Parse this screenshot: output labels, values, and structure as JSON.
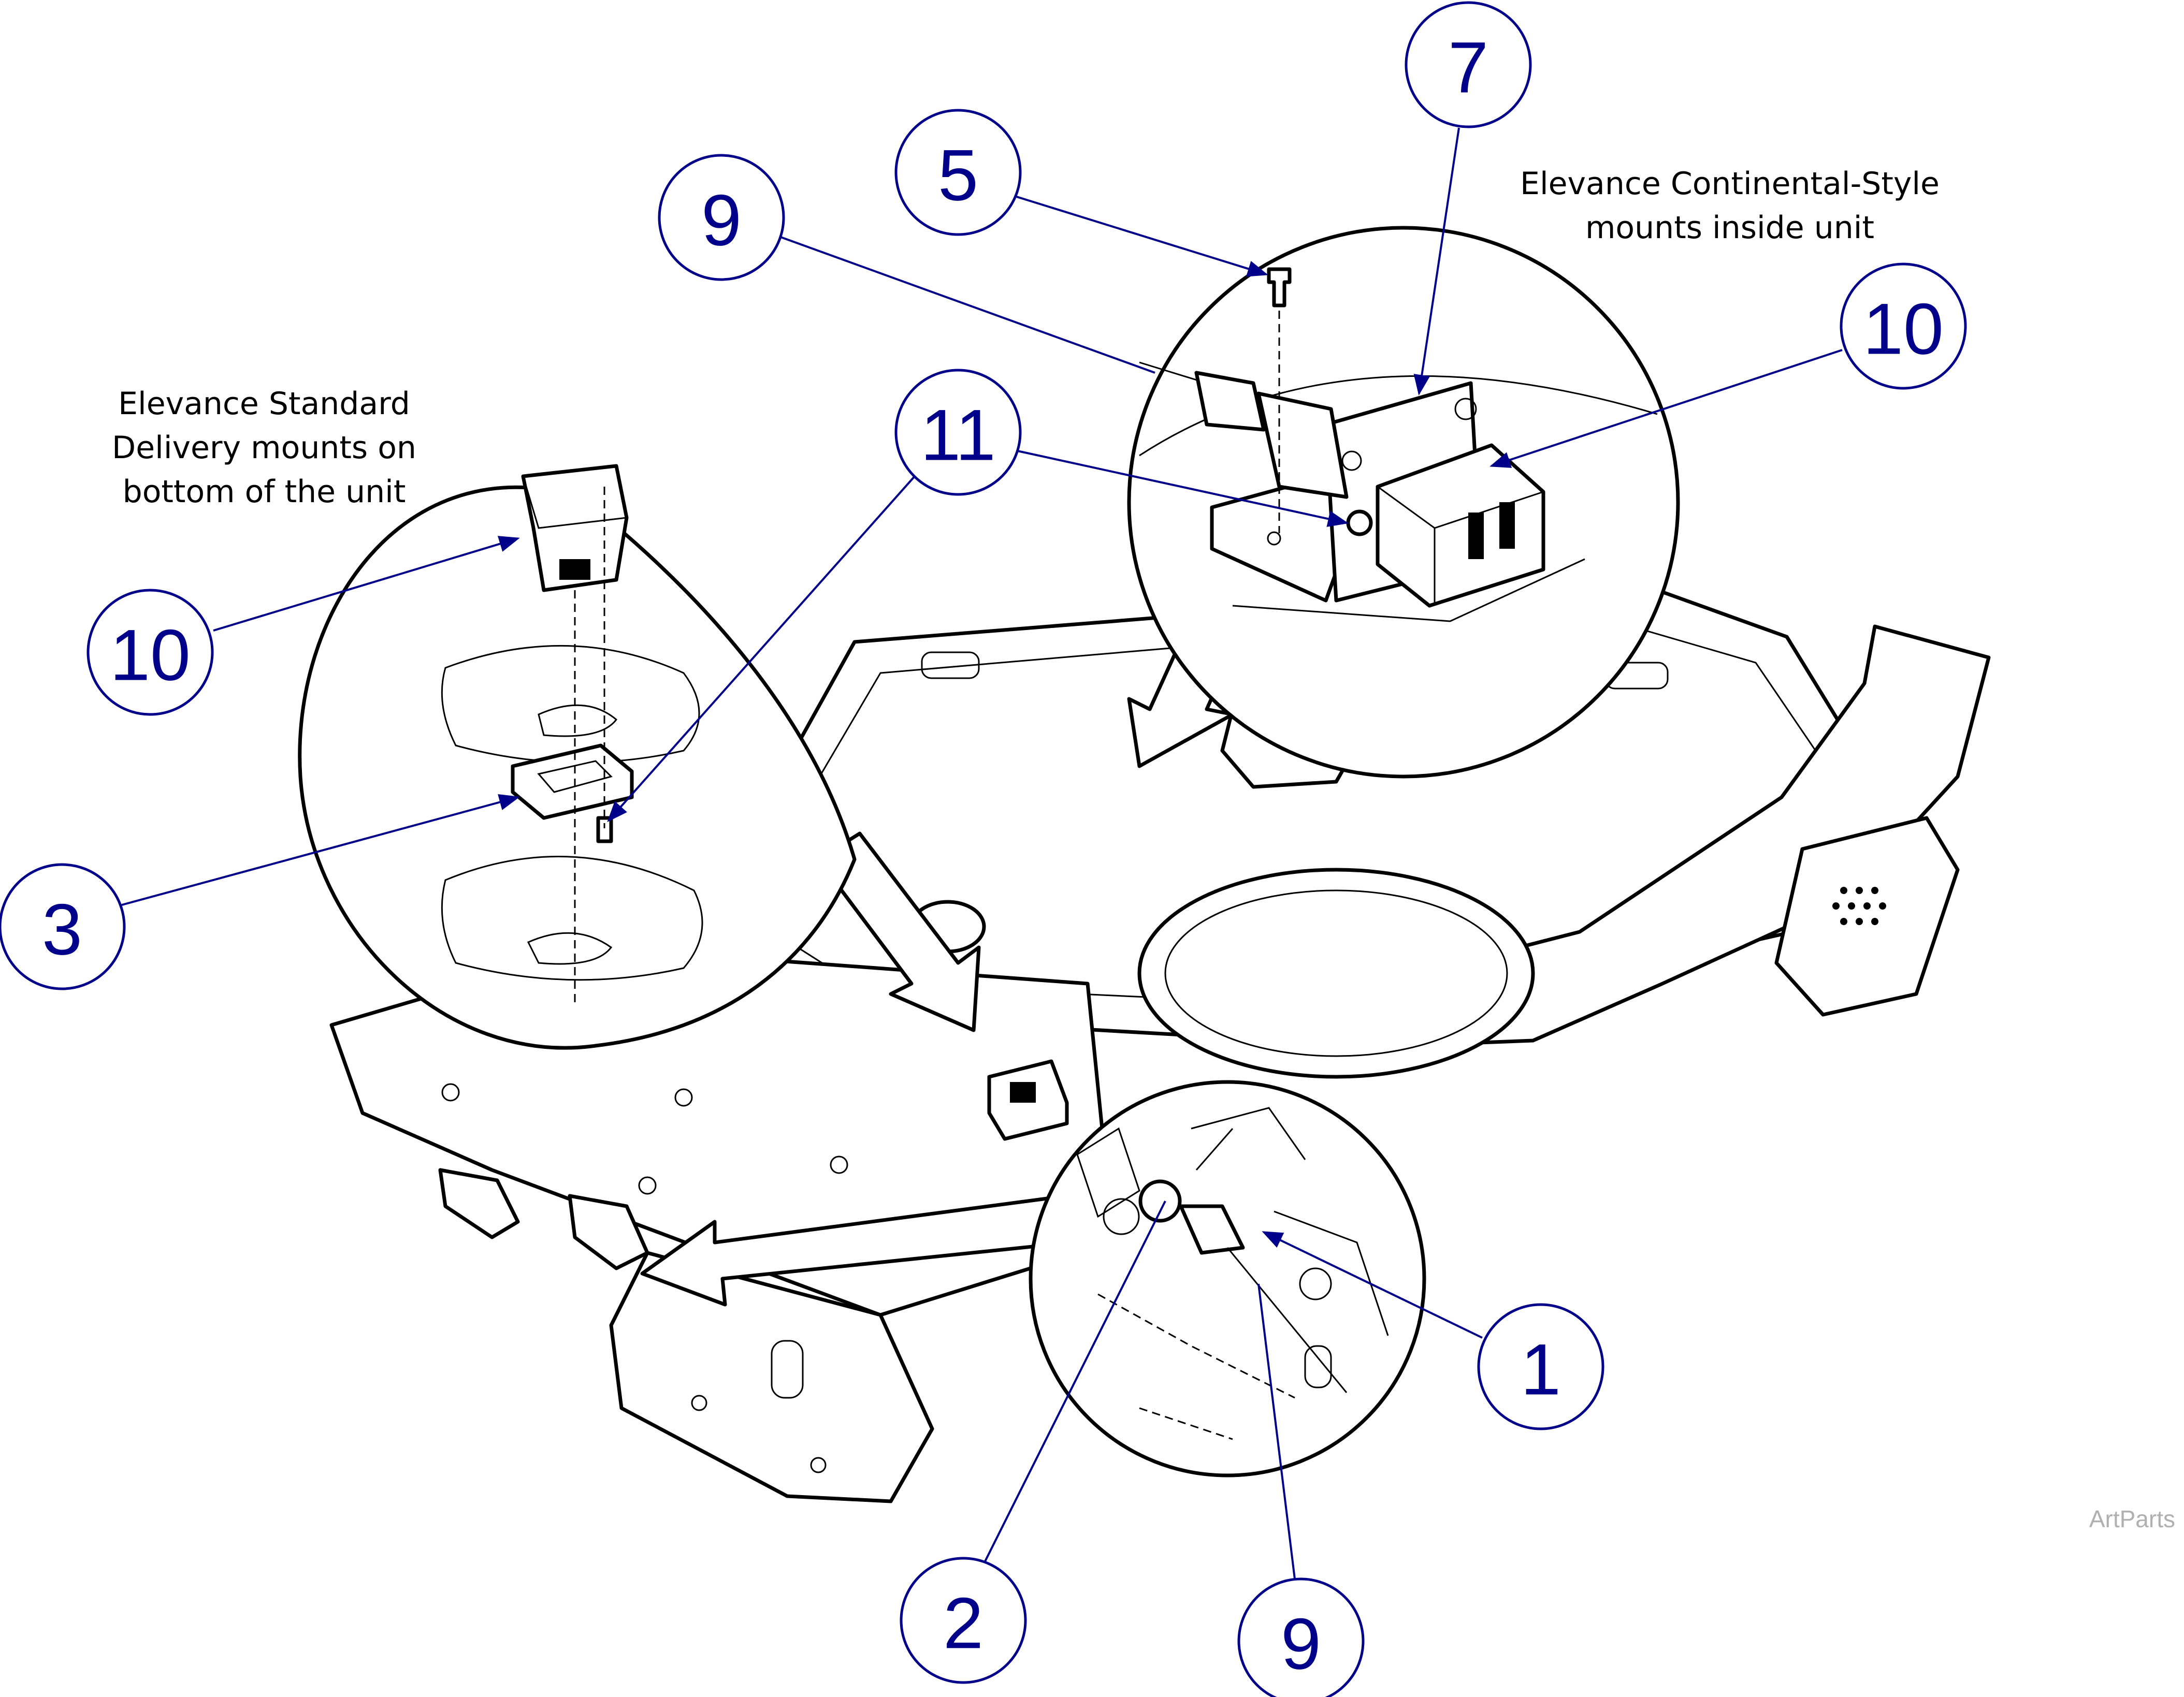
{
  "notes": {
    "continental_line1": "Elevance Continental-Style",
    "continental_line2": "mounts inside unit",
    "standard_line1": "Elevance Standard",
    "standard_line2": "Delivery mounts on",
    "standard_line3": "bottom of the unit"
  },
  "credit": "ArtParts",
  "callouts": [
    {
      "id": "callout-1",
      "label": "1"
    },
    {
      "id": "callout-2",
      "label": "2"
    },
    {
      "id": "callout-3",
      "label": "3"
    },
    {
      "id": "callout-5",
      "label": "5"
    },
    {
      "id": "callout-7",
      "label": "7"
    },
    {
      "id": "callout-9-top",
      "label": "9"
    },
    {
      "id": "callout-9-bottom",
      "label": "9"
    },
    {
      "id": "callout-10-right",
      "label": "10"
    },
    {
      "id": "callout-10-left",
      "label": "10"
    },
    {
      "id": "callout-11",
      "label": "11"
    }
  ],
  "colors": {
    "callout": "#00008b",
    "line_art": "#000000",
    "credit": "#b0b0b0"
  }
}
